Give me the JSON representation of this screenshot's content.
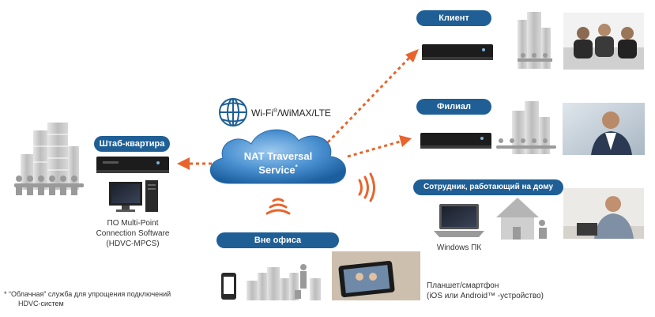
{
  "labels": {
    "hq": "Штаб-квартира",
    "client": "Клиент",
    "branch": "Филиал",
    "home_worker": "Сотрудник, работающий на дому",
    "outside": "Вне офиса"
  },
  "network": {
    "wifi": "Wi-Fi",
    "wifi_mark": "®",
    "wifi_rest": "/WiMAX/LTE",
    "cloud_line1": "NAT Traversal",
    "cloud_line2": "Service",
    "cloud_star": "*"
  },
  "hq_text": {
    "line1": "ПО Multi-Point",
    "line2": "Connection Software",
    "line3": "(HDVC-MPCS)"
  },
  "home": {
    "pc": "Windows ПК"
  },
  "mobile": {
    "line1": "Планшет/смартфон",
    "line2": "(iOS или Android™ -устройство)"
  },
  "footnote": {
    "line1": "* “Облачная” служба для упрощения подключений",
    "line2": "HDVC-систем"
  },
  "colors": {
    "accent": "#1f5f95",
    "arrow": "#e8642c",
    "cloud": "#4a90d0"
  }
}
